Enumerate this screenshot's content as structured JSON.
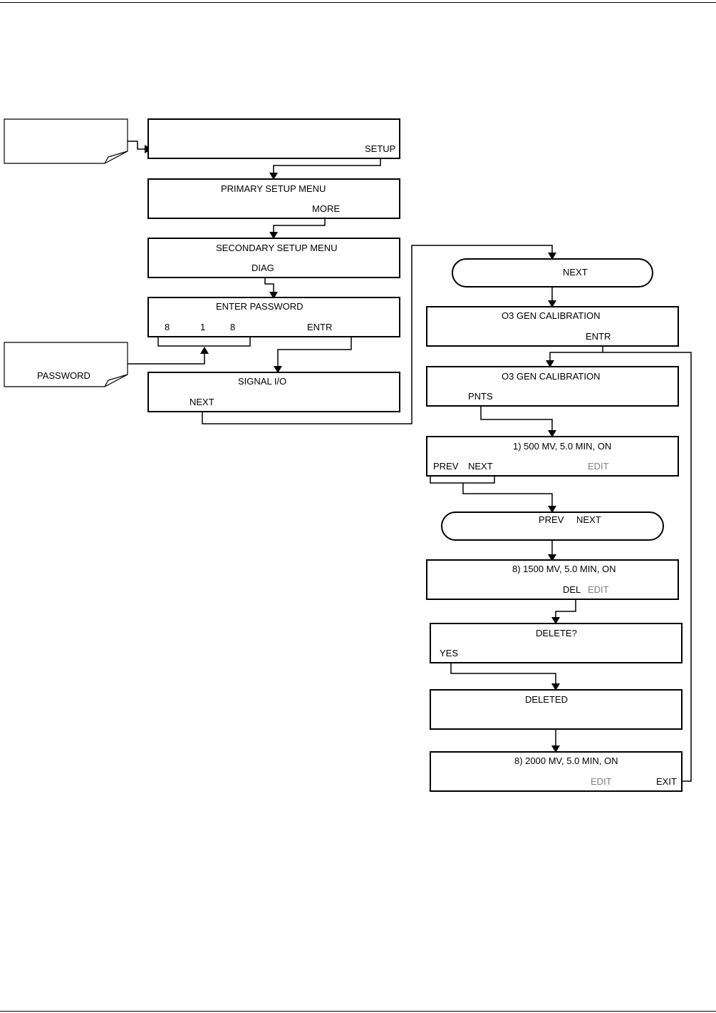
{
  "screens": {
    "main": {
      "setup": "SETUP"
    },
    "primary": {
      "title": "PRIMARY SETUP MENU",
      "more": "MORE"
    },
    "secondary": {
      "title": "SECONDARY SETUP MENU",
      "diag": "DIAG"
    },
    "password": {
      "title": "ENTER PASSWORD",
      "d1": "8",
      "d2": "1",
      "d3": "8",
      "entr": "ENTR"
    },
    "signal_io": {
      "title": "SIGNAL I/O",
      "next": "NEXT"
    },
    "next_loop": {
      "next": "NEXT"
    },
    "o3_cal_1": {
      "title": "O3 GEN CALIBRATION",
      "entr": "ENTR"
    },
    "o3_cal_2": {
      "title": "O3 GEN CALIBRATION",
      "pnts": "PNTS"
    },
    "point_1": {
      "title": "1)  500 MV, 5.0 MIN, ON",
      "prev": "PREV",
      "next": "NEXT",
      "edit": "EDIT"
    },
    "prev_next_loop": {
      "prev": "PREV",
      "next": "NEXT"
    },
    "point_8": {
      "title": "8)  1500 MV, 5.0 MIN, ON",
      "del": "DEL",
      "edit": "EDIT"
    },
    "delete_confirm": {
      "title": "DELETE?",
      "yes": "YES"
    },
    "deleted": {
      "title": "DELETED"
    },
    "point_8_new": {
      "title": "8)  2000 MV, 5.0 MIN, ON",
      "edit": "EDIT",
      "exit": "EXIT"
    }
  },
  "notes": {
    "password": "PASSWORD"
  },
  "colors": {
    "line": "#000000",
    "inactive_label": "#808080"
  }
}
